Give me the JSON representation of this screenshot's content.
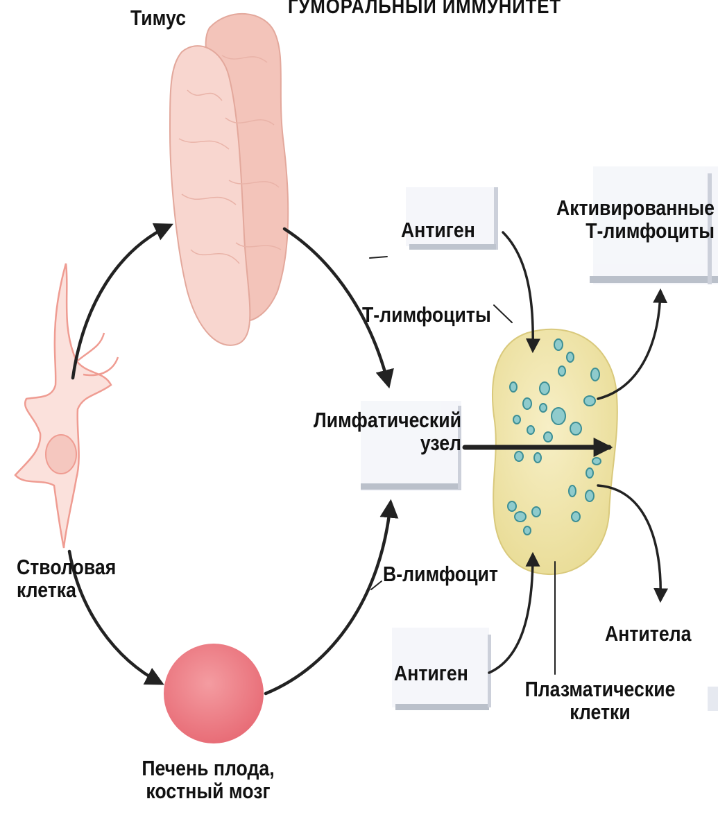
{
  "diagram": {
    "title": "ГУМОРАЛЬНЫЙ ИММУНИТЕТ",
    "nodes": {
      "thymus": "Тимус",
      "stem_cell": "Стволовая\nклетка",
      "fetal_liver": "Печень плода,\nкостный мозг",
      "lymph_node": "Лимфатический\nузел",
      "antigen_top": "Антиген",
      "antigen_bottom": "Антиген",
      "activated_t": "Активированные\nТ-лимфоциты",
      "antibodies": "Антитела",
      "plasma_cells": "Плазматические\nклетки"
    },
    "edges": {
      "t_lymphocytes": "Т-лимфоциты",
      "b_lymphocyte": "В-лимфоцит"
    },
    "colors": {
      "thymus": "#f6cdc4",
      "liver": "#ef7f86",
      "stem_cell": "#fbe3df",
      "lymph_node": "#f3e9b0",
      "cells": "#7fc3c6",
      "arrow": "#222222"
    }
  }
}
